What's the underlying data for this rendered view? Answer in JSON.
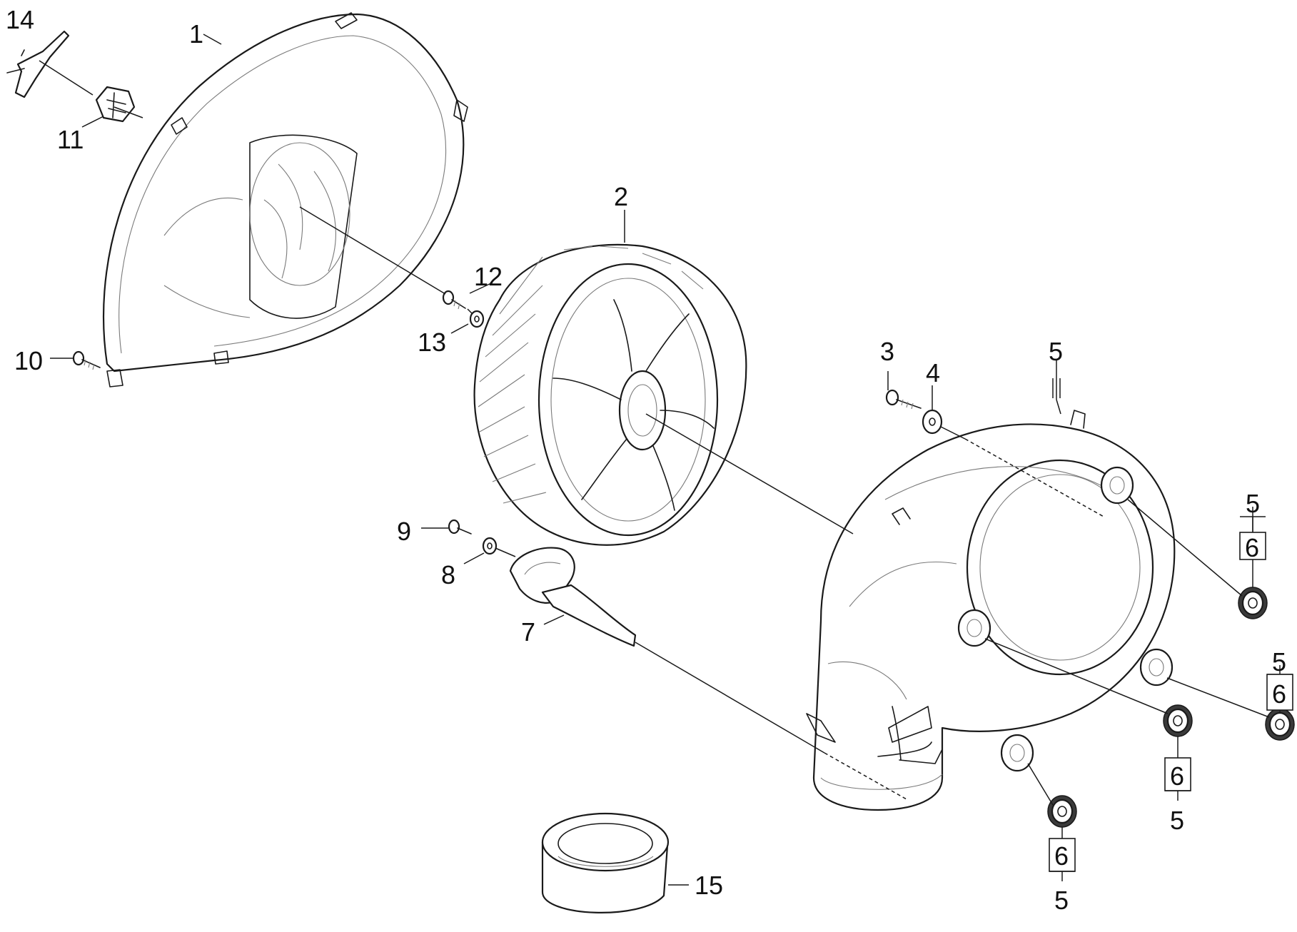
{
  "diagram": {
    "labels": {
      "p1": "1",
      "p2": "2",
      "p3": "3",
      "p4": "4",
      "p5_top": "5",
      "p5_a_top": "5",
      "p6_a": "6",
      "p5_b_top": "5",
      "p6_b": "6",
      "p6_c": "6",
      "p5_c": "5",
      "p6_d": "6",
      "p5_d": "5",
      "p7": "7",
      "p8": "8",
      "p9": "9",
      "p10": "10",
      "p11": "11",
      "p12": "12",
      "p13": "13",
      "p14": "14",
      "p15": "15"
    }
  }
}
